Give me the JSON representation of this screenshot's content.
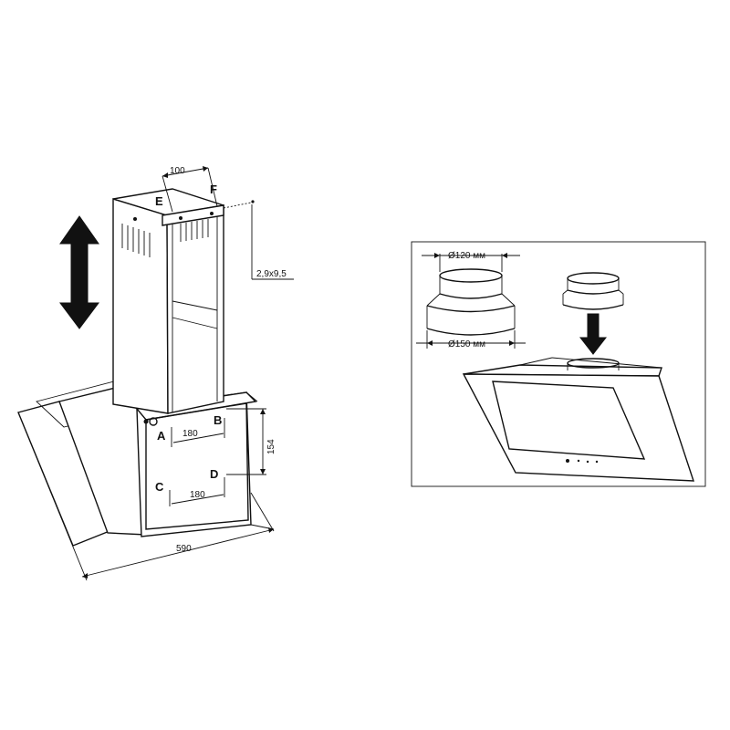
{
  "left_figure": {
    "dimensions": {
      "top_width": "100",
      "screw": "2,9x9,5",
      "ab_span": "180",
      "cd_span": "180",
      "height": "154",
      "total_width": "590"
    },
    "points": {
      "A": "A",
      "B": "B",
      "C": "C",
      "D": "D",
      "E": "E",
      "F": "F"
    }
  },
  "right_figure": {
    "dimensions": {
      "small_diameter": "Ø120 мм",
      "large_diameter": "Ø150 мм"
    }
  },
  "colors": {
    "line": "#111111",
    "background": "#ffffff"
  }
}
